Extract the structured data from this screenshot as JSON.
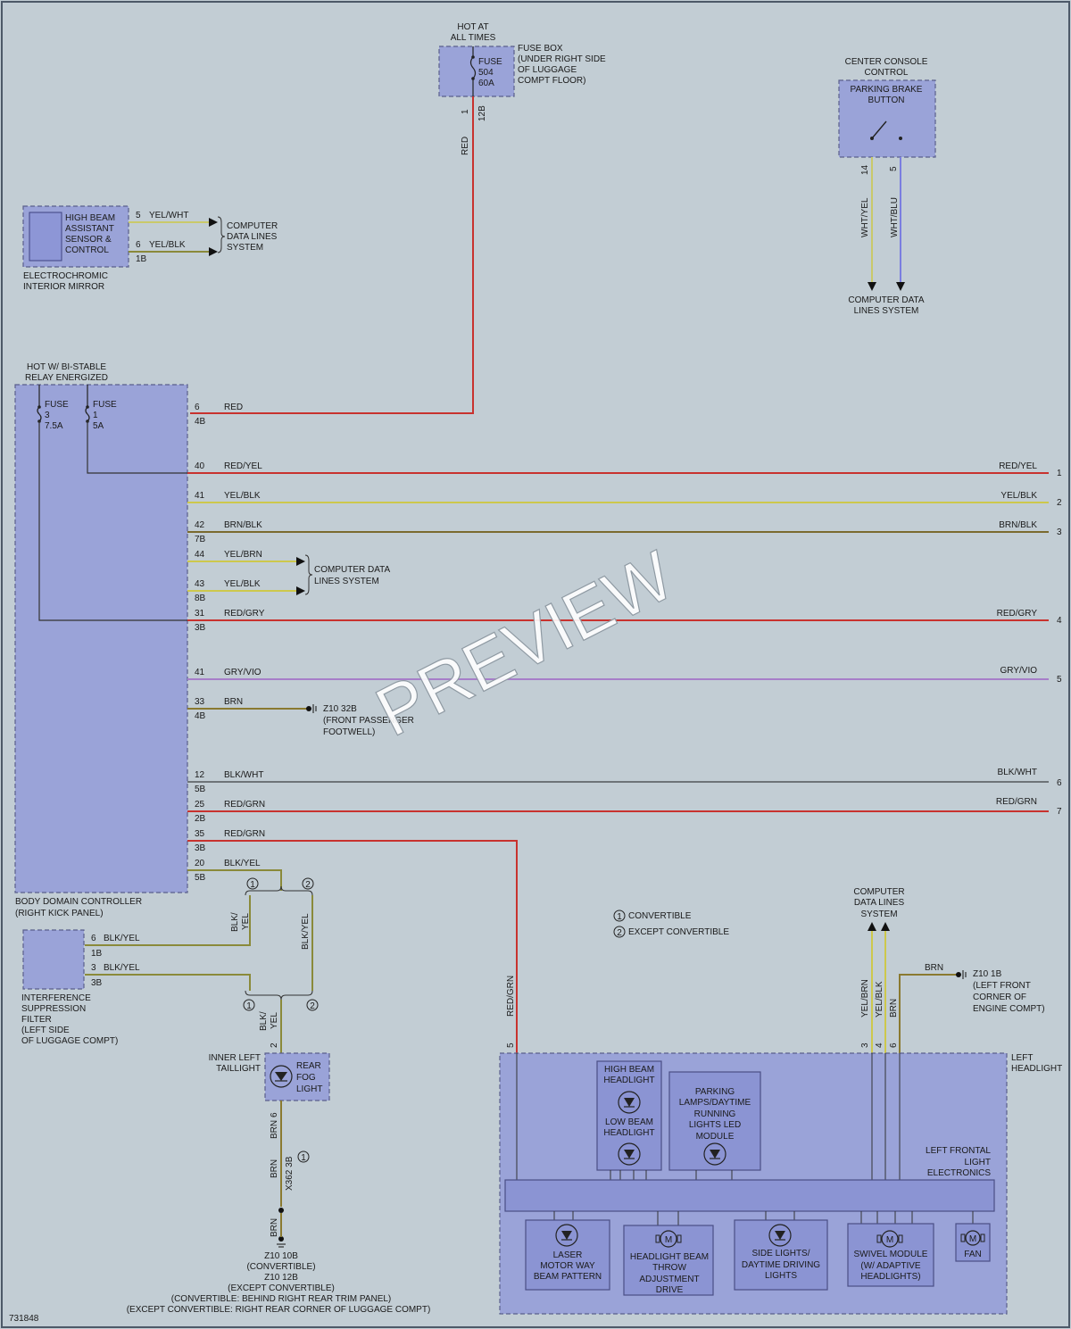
{
  "fuse_box": {
    "hot_label": [
      "HOT AT",
      "ALL TIMES"
    ],
    "fuse": [
      "FUSE",
      "504",
      "60A"
    ],
    "location": [
      "FUSE BOX",
      "(UNDER RIGHT SIDE",
      "OF LUGGAGE",
      "COMPT FLOOR)"
    ],
    "pins": [
      "1",
      "12B"
    ],
    "wire": "RED"
  },
  "center_console": {
    "title": [
      "CENTER CONSOLE",
      "CONTROL"
    ],
    "button": [
      "PARKING BRAKE",
      "BUTTON"
    ],
    "pins": [
      "14",
      "5"
    ],
    "wires": [
      "WHT/YEL",
      "WHT/BLU"
    ],
    "dest": [
      "COMPUTER DATA",
      "LINES SYSTEM"
    ]
  },
  "mirror": {
    "module": [
      "HIGH BEAM",
      "ASSISTANT",
      "SENSOR &",
      "CONTROL"
    ],
    "caption": [
      "ELECTROCHROMIC",
      "INTERIOR MIRROR"
    ],
    "pins": [
      "5",
      "6",
      "1B"
    ],
    "wires": [
      "YEL/WHT",
      "YEL/BLK"
    ],
    "dest": [
      "COMPUTER",
      "DATA LINES",
      "SYSTEM"
    ]
  },
  "bdc": {
    "hot_label": [
      "HOT W/ BI-STABLE",
      "RELAY ENERGIZED"
    ],
    "fuse3": [
      "FUSE",
      "3",
      "7.5A"
    ],
    "fuse1": [
      "FUSE",
      "1",
      "5A"
    ],
    "caption": [
      "BODY DOMAIN CONTROLLER",
      "(RIGHT KICK PANEL)"
    ]
  },
  "bdc_wires": [
    {
      "pin": "6",
      "conn": "4B",
      "label": "RED",
      "right_label": "",
      "num": ""
    },
    {
      "pin": "40",
      "conn": "",
      "label": "RED/YEL",
      "right_label": "RED/YEL",
      "num": "1"
    },
    {
      "pin": "41",
      "conn": "",
      "label": "YEL/BLK",
      "right_label": "YEL/BLK",
      "num": "2"
    },
    {
      "pin": "42",
      "conn": "7B",
      "label": "BRN/BLK",
      "right_label": "BRN/BLK",
      "num": "3"
    },
    {
      "pin": "44",
      "conn": "",
      "label": "YEL/BRN",
      "right_label": "",
      "num": ""
    },
    {
      "pin": "43",
      "conn": "8B",
      "label": "YEL/BLK",
      "right_label": "",
      "num": ""
    },
    {
      "pin": "31",
      "conn": "3B",
      "label": "RED/GRY",
      "right_label": "RED/GRY",
      "num": "4"
    },
    {
      "pin": "41",
      "conn": "",
      "label": "GRY/VIO",
      "right_label": "GRY/VIO",
      "num": "5"
    },
    {
      "pin": "33",
      "conn": "4B",
      "label": "BRN",
      "right_label": "",
      "num": ""
    },
    {
      "pin": "12",
      "conn": "5B",
      "label": "BLK/WHT",
      "right_label": "BLK/WHT",
      "num": "6"
    },
    {
      "pin": "25",
      "conn": "2B",
      "label": "RED/GRN",
      "right_label": "RED/GRN",
      "num": "7"
    },
    {
      "pin": "35",
      "conn": "3B",
      "label": "RED/GRN",
      "right_label": "",
      "num": ""
    },
    {
      "pin": "20",
      "conn": "5B",
      "label": "BLK/YEL",
      "right_label": "",
      "num": ""
    }
  ],
  "bdc_data_dest": [
    "COMPUTER DATA",
    "LINES SYSTEM"
  ],
  "ground_front_passenger": [
    "Z10 32B",
    "(FRONT PASSENGER",
    "FOOTWELL)"
  ],
  "notes": [
    "CONVERTIBLE",
    "EXCEPT CONVERTIBLE"
  ],
  "option_marks": [
    "1",
    "2"
  ],
  "interference": {
    "caption": [
      "INTERFERENCE",
      "SUPPRESSION",
      "FILTER",
      "(LEFT SIDE",
      "OF LUGGAGE COMPT)"
    ],
    "pins": [
      "6",
      "1B",
      "3",
      "3B"
    ],
    "wires": [
      "BLK/YEL",
      "BLK/YEL"
    ]
  },
  "vertical_labels": {
    "blk_yel_a": "BLK/",
    "blk_yel_b": "YEL",
    "blk_yel": "BLK/YEL",
    "red_grn": "RED/GRN"
  },
  "taillight": {
    "caption": [
      "INNER LEFT",
      "TAILLIGHT"
    ],
    "lamp": [
      "REAR",
      "FOG",
      "LIGHT"
    ],
    "pins": [
      "2",
      "6"
    ],
    "wire1": "BRN",
    "wire2": "BRN",
    "conn": "X362 3B",
    "wire3": "BRN",
    "ground": [
      "Z10 10B",
      "(CONVERTIBLE)",
      "Z10 12B",
      "(EXCEPT CONVERTIBLE)",
      "(CONVERTIBLE: BEHIND RIGHT REAR TRIM PANEL)",
      "(EXCEPT CONVERTIBLE: RIGHT REAR CORNER OF LUGGAGE COMPT)"
    ]
  },
  "headlight": {
    "caption": [
      "LEFT",
      "HEADLIGHT"
    ],
    "data_dest": [
      "COMPUTER",
      "DATA LINES",
      "SYSTEM"
    ],
    "wires": [
      "YEL/BRN",
      "YEL/BLK",
      "BRN"
    ],
    "pins": [
      "3",
      "4",
      "6",
      "5"
    ],
    "ground": [
      "BRN",
      "Z10 1B",
      "(LEFT FRONT",
      "CORNER OF",
      "ENGINE COMPT)"
    ],
    "high_beam": [
      "HIGH BEAM",
      "HEADLIGHT"
    ],
    "low_beam": [
      "LOW BEAM",
      "HEADLIGHT"
    ],
    "parking": [
      "PARKING",
      "LAMPS/DAYTIME",
      "RUNNING",
      "LIGHTS LED",
      "MODULE"
    ],
    "electronics": [
      "LEFT FRONTAL",
      "LIGHT",
      "ELECTRONICS"
    ],
    "laser": [
      "LASER",
      "MOTOR WAY",
      "BEAM PATTERN"
    ],
    "throw": [
      "HEADLIGHT BEAM",
      "THROW",
      "ADJUSTMENT",
      "DRIVE"
    ],
    "side": [
      "SIDE LIGHTS/",
      "DAYTIME DRIVING",
      "LIGHTS"
    ],
    "swivel": [
      "SWIVEL MODULE",
      "(W/ ADAPTIVE",
      "HEADLIGHTS)"
    ],
    "fan": "FAN",
    "motor": "M"
  },
  "diagram_id": "731848",
  "watermark": "PREVIEW",
  "colors": {
    "red": "#c8322e",
    "yellow": "#cdc84c",
    "brown": "#7a6a2e",
    "gray": "#6e7478",
    "violet": "#a77ec9",
    "blue": "#7a7ee0",
    "olive": "#8a8a3a",
    "white_yel": "#c9c96a"
  }
}
